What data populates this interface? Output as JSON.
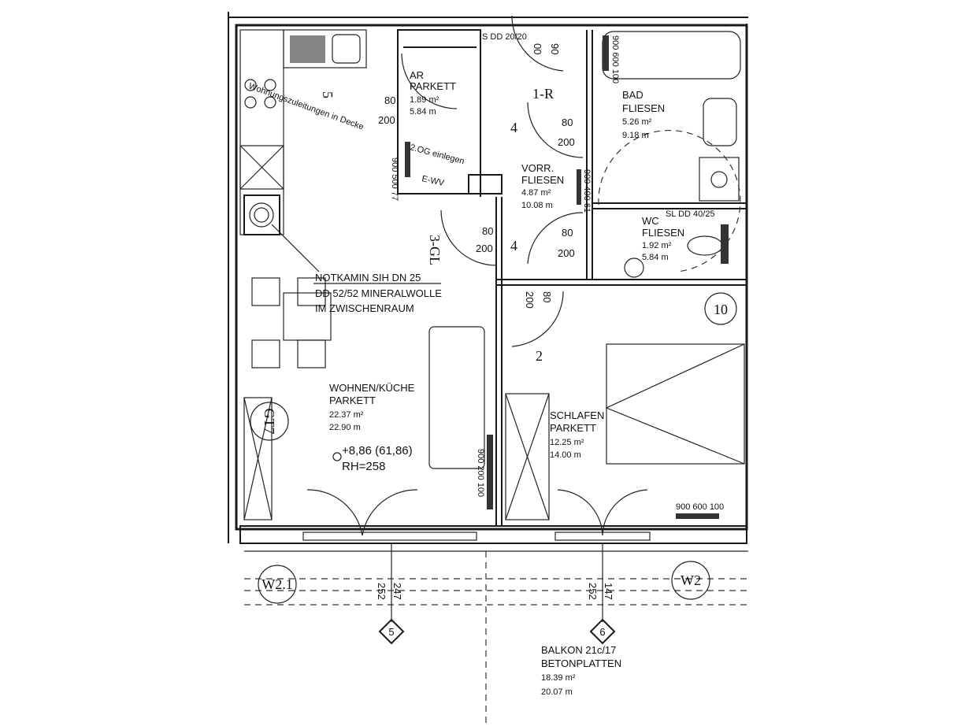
{
  "rooms": {
    "ar": {
      "name": "AR",
      "floor": "PARKETT",
      "area": "1.89 m²",
      "perimeter": "5.84 m"
    },
    "vorraum": {
      "name": "VORR.",
      "floor": "FLIESEN",
      "area": "4.87 m²",
      "perimeter": "10.08 m"
    },
    "bad": {
      "name": "BAD",
      "floor": "FLIESEN",
      "area": "5.26 m²",
      "perimeter": "9.18 m"
    },
    "wc": {
      "name": "WC",
      "floor": "FLIESEN",
      "area": "1.92 m²",
      "perimeter": "5.84 m"
    },
    "wohnen": {
      "name": "WOHNEN/KÜCHE",
      "floor": "PARKETT",
      "area": "22.37 m²",
      "perimeter": "22.90 m"
    },
    "schlafen": {
      "name": "SCHLAFEN",
      "floor": "PARKETT",
      "area": "12.25 m²",
      "perimeter": "14.00 m"
    },
    "balkon": {
      "name": "BALKON 21c/17",
      "floor": "BETONPLATTEN",
      "area": "18.39 m²",
      "perimeter": "20.07 m"
    }
  },
  "annotations": {
    "sdd_top": "S DD 20/20",
    "sldd_wc": "SL DD 40/25",
    "zuleitungen": "Wohnungszuleitungen in Decke",
    "og": "2.OG einlegen",
    "ewv": "E-WV",
    "notkamin": [
      "NOTKAMIN SIH DN 25",
      "DD 52/52 MINERALWOLLE",
      "IM ZWISCHENRAUM"
    ],
    "level": "+8,86 (61,86)",
    "rh": "RH=258",
    "room_number": "10",
    "door_1r": "1-R",
    "door_3gl": "3-GL",
    "door_2": "2",
    "door_4a": "4",
    "door_4b": "4",
    "door_5": "5"
  },
  "dimensions": {
    "d80": "80",
    "d200": "200",
    "d90": "90",
    "d00": "00",
    "rad_bad": "900 600 100",
    "rad_vorr": "900 400 61",
    "rad_ar": "900 500 77",
    "rad_wohnen": "900 200 100",
    "rad_schlafen": "900 600 100",
    "win1a": "252",
    "win1b": "247",
    "win2a": "252",
    "win2b": "147"
  },
  "markers": {
    "gt7": "GT7",
    "w21": "W2.1",
    "w2": "W2",
    "axis5": "5",
    "axis6": "6"
  }
}
